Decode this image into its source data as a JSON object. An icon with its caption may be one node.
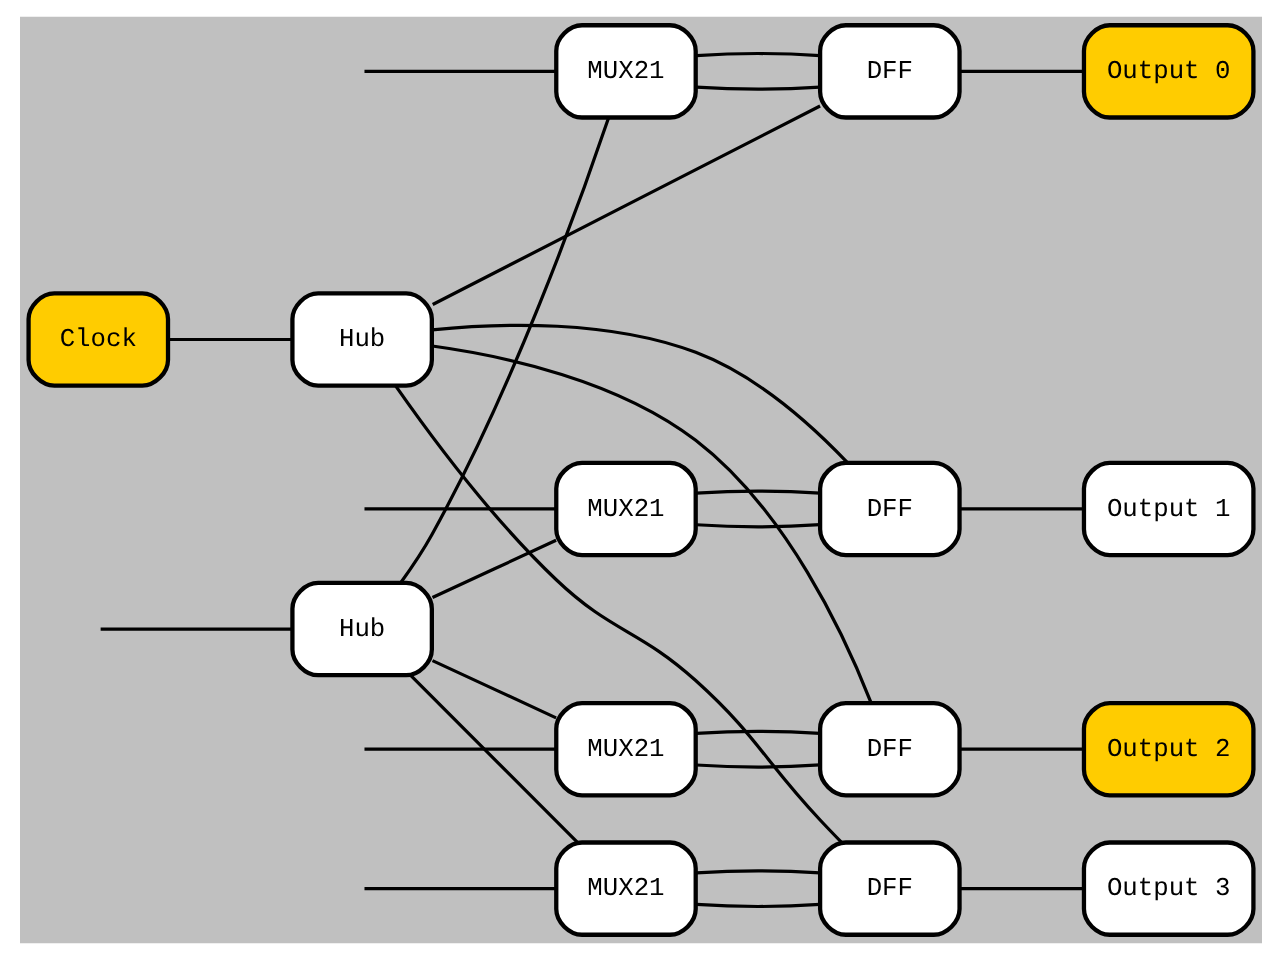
{
  "diagram": {
    "nodes": [
      {
        "text": [
          "MUX21"
        ]
      },
      {
        "text": [
          "DFF"
        ]
      },
      {
        "text": [
          "Output 0"
        ]
      },
      {
        "text": [
          "MUX21"
        ]
      },
      {
        "text": [
          "DFF"
        ]
      },
      {
        "text": [
          "Output 1"
        ]
      },
      {
        "text": [
          "MUX21"
        ]
      },
      {
        "text": [
          "DFF"
        ]
      },
      {
        "text": [
          "Output 2"
        ]
      },
      {
        "text": [
          "MUX21"
        ]
      },
      {
        "text": [
          "DFF"
        ]
      },
      {
        "text": [
          "Output 3"
        ]
      },
      {
        "text": [
          "Hub"
        ]
      },
      {
        "text": [
          "Clock"
        ]
      },
      {
        "text": [
          "Hub"
        ]
      }
    ],
    "edges": [
      {
        "from": null,
        "to": 0,
        "arrow": "none"
      },
      {
        "from": 0,
        "to": 1,
        "arrow": "none"
      },
      {
        "from": 1,
        "to": 2,
        "arrow": "none"
      },
      {
        "from": 1,
        "to": 0,
        "arrow": "none"
      },
      {
        "from": null,
        "to": 3,
        "arrow": "none"
      },
      {
        "from": 3,
        "to": 4,
        "arrow": "none"
      },
      {
        "from": 4,
        "to": 5,
        "arrow": "none"
      },
      {
        "from": 4,
        "to": 3,
        "arrow": "none"
      },
      {
        "from": null,
        "to": 6,
        "arrow": "none"
      },
      {
        "from": 6,
        "to": 7,
        "arrow": "none"
      },
      {
        "from": 7,
        "to": 8,
        "arrow": "none"
      },
      {
        "from": 7,
        "to": 6,
        "arrow": "none"
      },
      {
        "from": null,
        "to": 9,
        "arrow": "none"
      },
      {
        "from": 9,
        "to": 10,
        "arrow": "none"
      },
      {
        "from": 10,
        "to": 11,
        "arrow": "none"
      },
      {
        "from": 10,
        "to": 9,
        "arrow": "none"
      },
      {
        "from": null,
        "to": 12,
        "arrow": "none"
      },
      {
        "from": 12,
        "to": 0,
        "arrow": "none"
      },
      {
        "from": 12,
        "to": 3,
        "arrow": "none"
      },
      {
        "from": 12,
        "to": 6,
        "arrow": "none"
      },
      {
        "from": 12,
        "to": 9,
        "arrow": "none"
      },
      {
        "from": 13,
        "to": 14,
        "arrow": "none"
      },
      {
        "from": 14,
        "to": 1,
        "arrow": "none"
      },
      {
        "from": 14,
        "to": 4,
        "arrow": "none"
      },
      {
        "from": 14,
        "to": 7,
        "arrow": "none"
      },
      {
        "from": 14,
        "to": 10,
        "arrow": "none"
      }
    ]
  }
}
